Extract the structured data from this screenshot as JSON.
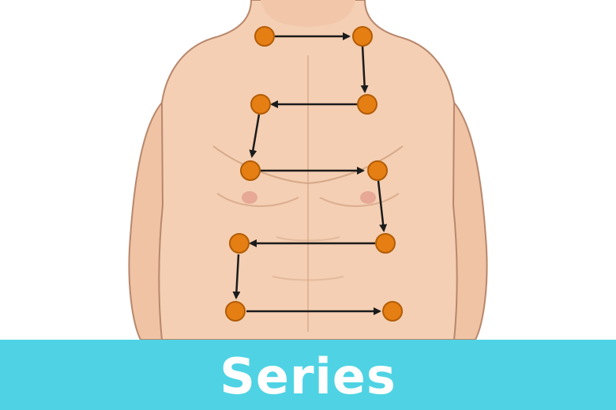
{
  "banner": {
    "title": "Series"
  },
  "colors": {
    "skin": "#f4cfb3",
    "skin_outline": "#b8876c",
    "skin_shadow": "#e9b99a",
    "nipple": "#e7a896",
    "point_fill": "#e57f14",
    "point_stroke": "#b35c06",
    "arrow": "#1b1b1b",
    "banner_bg": "#4fd3e4",
    "banner_text": "#ffffff"
  },
  "diagram": {
    "description_icon": "torso-with-sequential-points",
    "point_count": 10,
    "path_order": [
      1,
      2,
      3,
      4,
      5,
      6,
      7,
      8,
      9,
      10
    ]
  }
}
